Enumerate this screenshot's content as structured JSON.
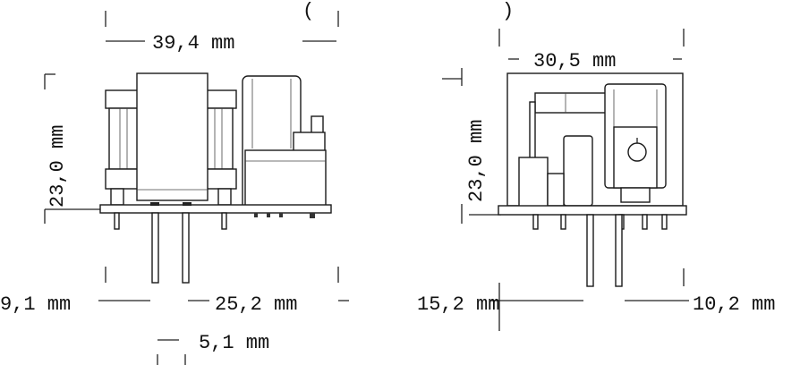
{
  "figure": {
    "header_fragment": {
      "left_paren": "(",
      "right_paren": ")"
    },
    "left_view": {
      "width_label": "39,4 mm",
      "height_label": "23,0 mm",
      "pin_left_label": "9,1 mm",
      "pin_right_label": "25,2 mm",
      "pin_pitch_label": "5,1 mm"
    },
    "right_view": {
      "width_label": "30,5 mm",
      "height_label": "23,0 mm",
      "pin_left_label": "15,2 mm",
      "pin_right_label": "10,2 mm"
    }
  }
}
